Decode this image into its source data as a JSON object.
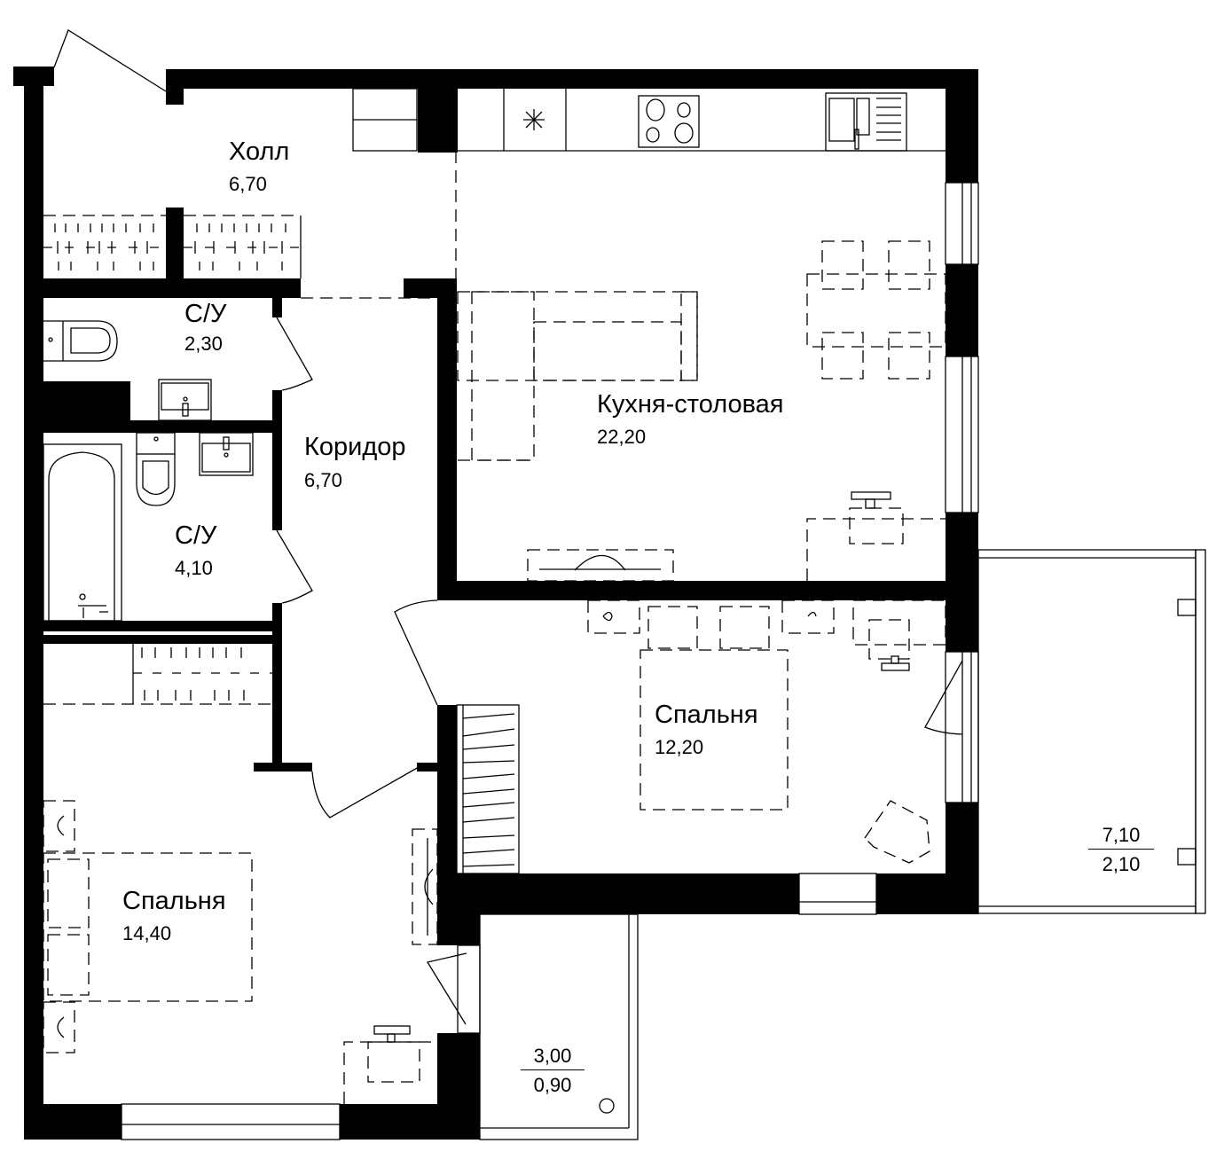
{
  "plan": {
    "rooms": [
      {
        "id": "hall",
        "name": "Холл",
        "area": "6,70"
      },
      {
        "id": "bathroom-small",
        "name": "С/У",
        "area": "2,30"
      },
      {
        "id": "bathroom-large",
        "name": "С/У",
        "area": "4,10"
      },
      {
        "id": "corridor",
        "name": "Коридор",
        "area": "6,70"
      },
      {
        "id": "kitchen-dining",
        "name": "Кухня-столовая",
        "area": "22,20"
      },
      {
        "id": "bedroom-east",
        "name": "Спальня",
        "area": "12,20"
      },
      {
        "id": "bedroom-west",
        "name": "Спальня",
        "area": "14,40"
      }
    ],
    "balconies": [
      {
        "id": "balcony-east",
        "area_total": "7,10",
        "area_reduced": "2,10"
      },
      {
        "id": "balcony-south",
        "area_total": "3,00",
        "area_reduced": "0,90"
      }
    ],
    "colors": {
      "wall": "#000000",
      "background": "#ffffff",
      "line": "#000000"
    }
  }
}
